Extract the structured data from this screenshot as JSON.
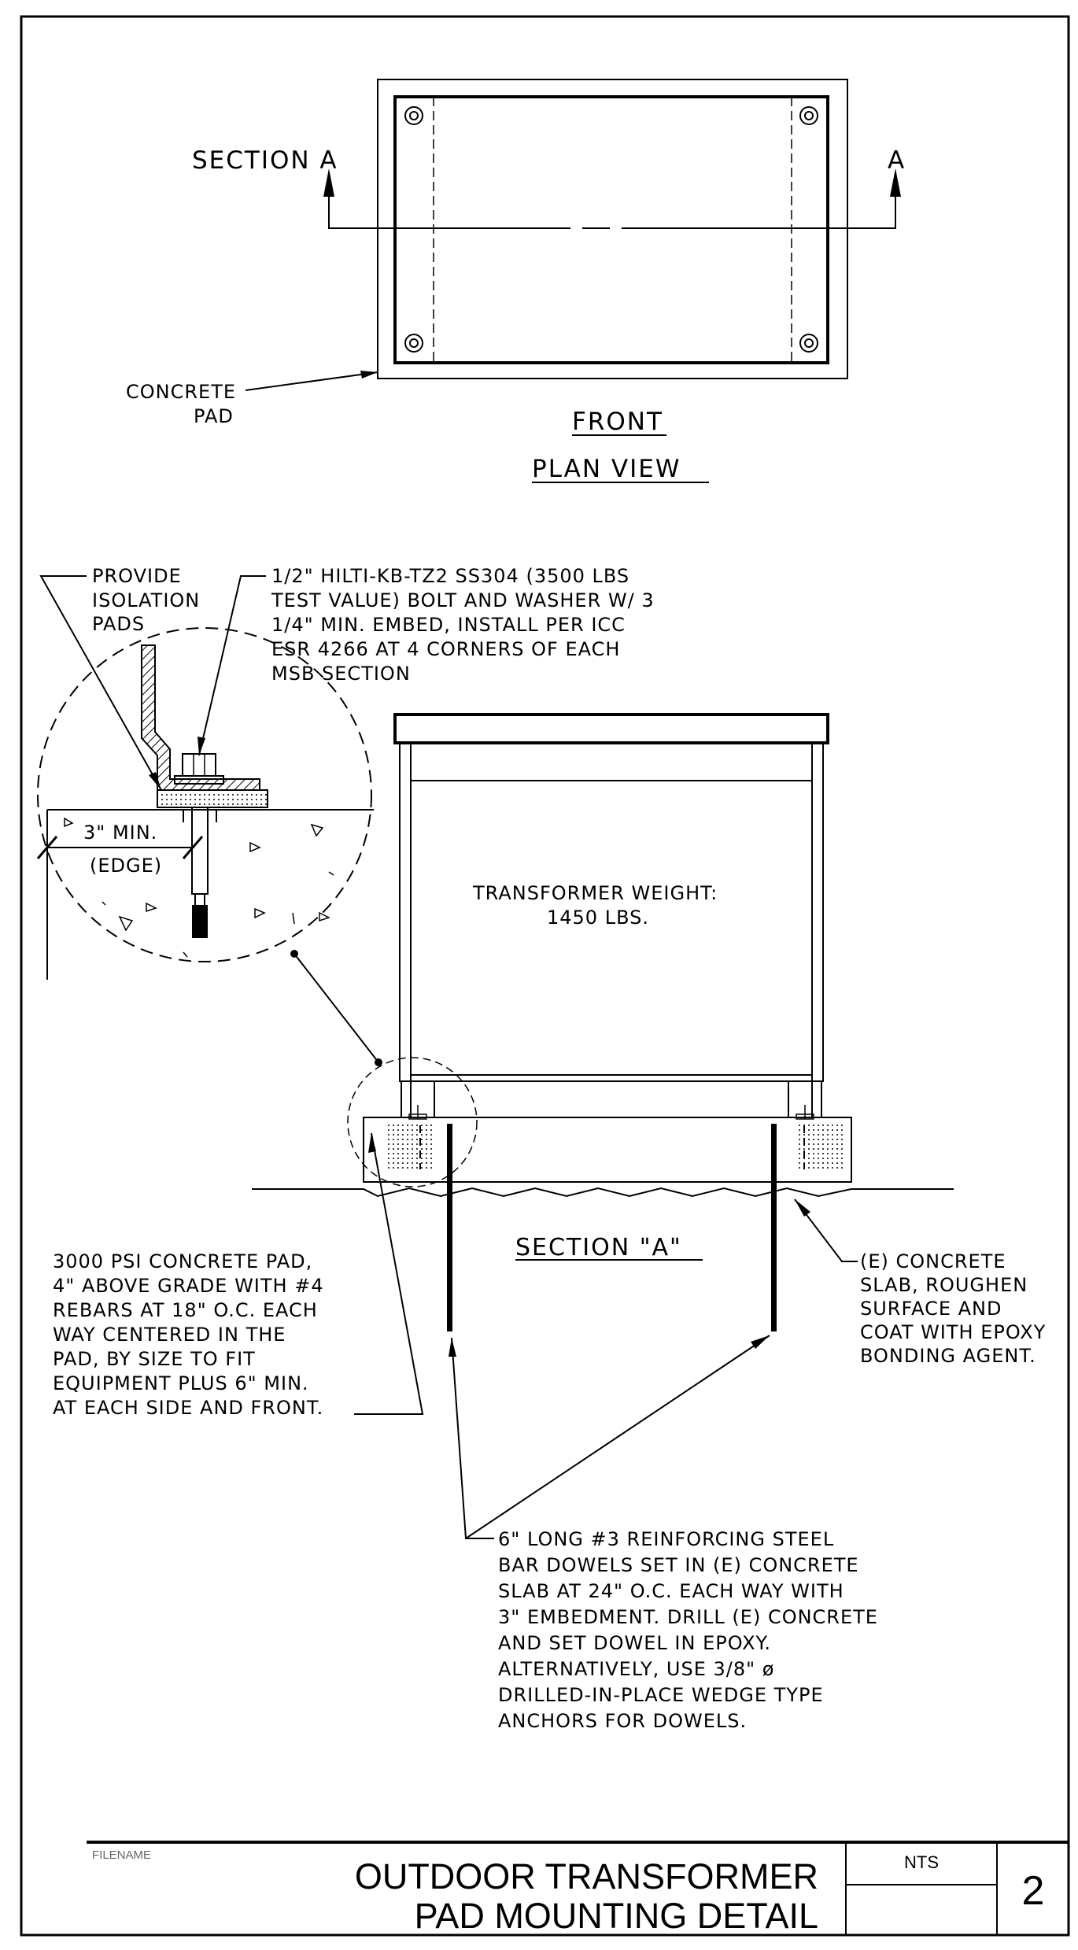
{
  "plan_view": {
    "section_label_left": "SECTION A",
    "section_label_right": "A",
    "front_label": "FRONT",
    "title": "PLAN VIEW",
    "concrete_pad_label": [
      "CONCRETE",
      "PAD"
    ]
  },
  "detail_callouts": {
    "isolation_pads": [
      "PROVIDE",
      "ISOLATION",
      "PADS"
    ],
    "bolt_note": [
      "1/2\" HILTI-KB-TZ2 SS304 (3500 LBS",
      "TEST VALUE) BOLT AND WASHER W/ 3",
      "1/4\" MIN. EMBED, INSTALL PER ICC",
      "ESR 4266 AT 4 CORNERS OF EACH",
      "MSB SECTION"
    ],
    "edge_min": "3\" MIN.",
    "edge_label": "(EDGE)"
  },
  "section_a": {
    "weight_label": [
      "TRANSFORMER WEIGHT:",
      "1450 LBS."
    ],
    "title": "SECTION \"A\"",
    "pad_note": [
      "3000 PSI CONCRETE PAD,",
      "4\" ABOVE GRADE WITH #4",
      "REBARS AT 18\" O.C. EACH",
      "WAY CENTERED IN THE",
      "PAD, BY SIZE TO FIT",
      "EQUIPMENT PLUS 6\" MIN.",
      "AT EACH SIDE AND FRONT."
    ],
    "slab_note": [
      "(E) CONCRETE",
      "SLAB, ROUGHEN",
      "SURFACE AND",
      "COAT WITH EPOXY",
      "BONDING AGENT."
    ],
    "dowel_note": [
      "6\" LONG #3 REINFORCING STEEL",
      "BAR DOWELS SET IN (E) CONCRETE",
      "SLAB AT 24\" O.C. EACH WAY WITH",
      "3\" EMBEDMENT. DRILL (E) CONCRETE",
      "AND SET DOWEL IN EPOXY.",
      "ALTERNATIVELY, USE 3/8\" ø",
      "DRILLED-IN-PLACE WEDGE TYPE",
      "ANCHORS FOR DOWELS."
    ]
  },
  "title_block": {
    "filename_label": "FILENAME",
    "title_line1": "OUTDOOR TRANSFORMER",
    "title_line2": "PAD MOUNTING DETAIL",
    "scale": "NTS",
    "sheet_number": "2"
  }
}
